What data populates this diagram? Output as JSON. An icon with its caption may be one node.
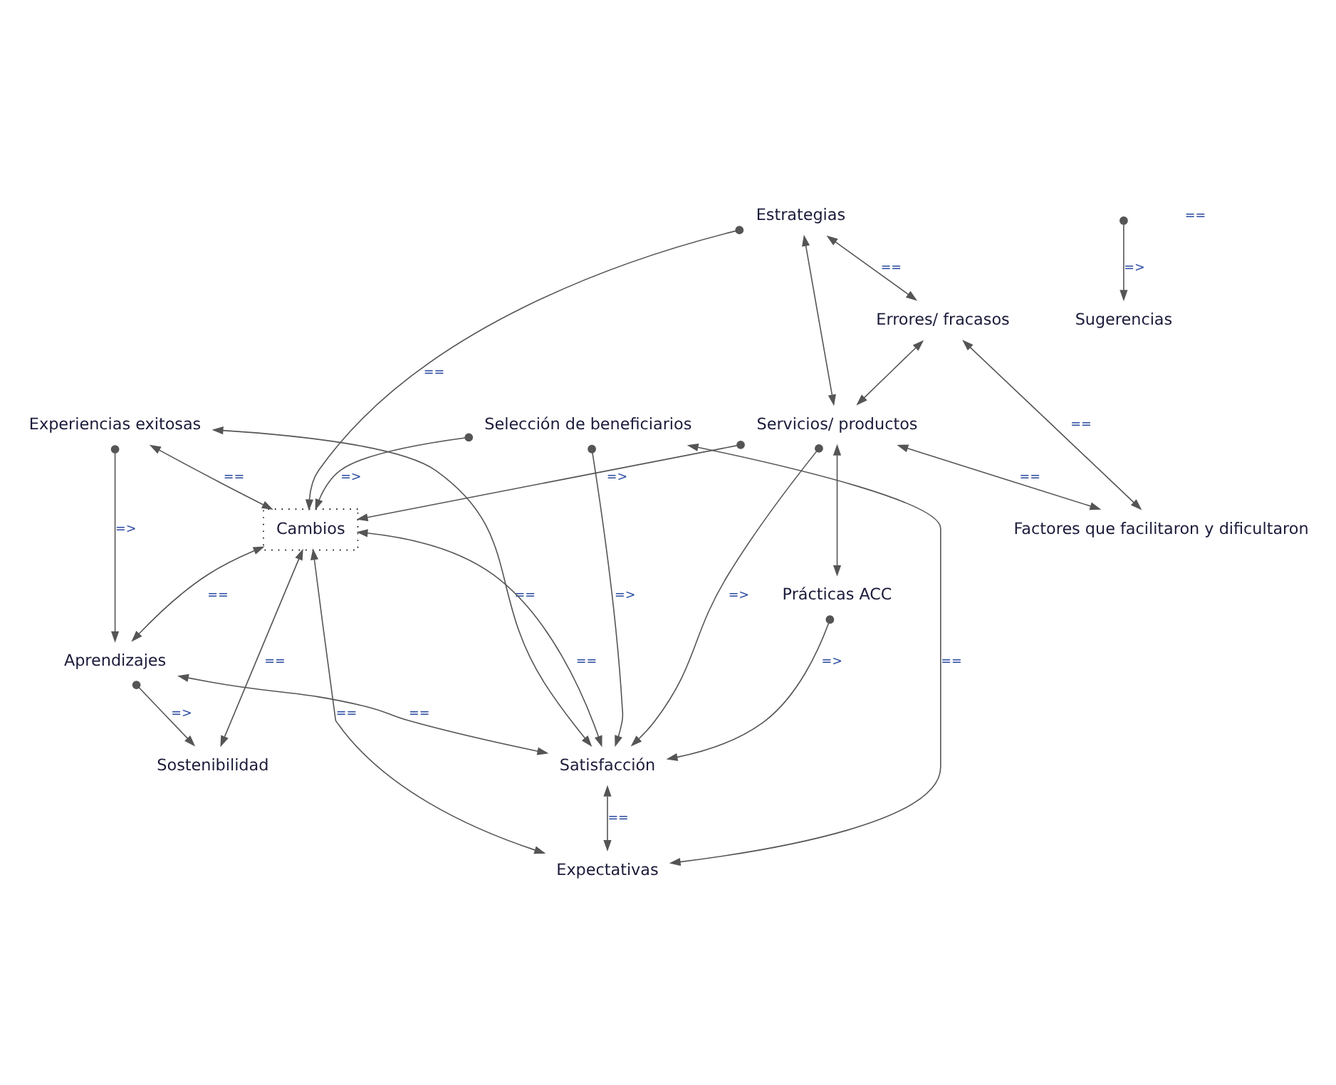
{
  "diagram": {
    "nodes": [
      {
        "text": [
          "Sostenibilidad"
        ]
      },
      {
        "text": [
          "Aprendizajes"
        ]
      },
      {
        "text": [
          "Experiencias exitosas"
        ]
      },
      {
        "text": [
          "Cambios"
        ]
      },
      {
        "text": [
          "Satisfacción"
        ]
      },
      {
        "text": [
          "Selección de beneficiarios"
        ]
      },
      {
        "text": [
          "Expectativas"
        ]
      },
      {
        "text": [
          "Estrategias"
        ]
      },
      {
        "text": [
          "Servicios/ productos"
        ]
      },
      {
        "text": [
          "Prácticas ACC"
        ]
      },
      {
        "text": [
          "Errores/ fracasos"
        ]
      },
      {
        "text": [
          "Factores que facilitaron y dificultaron"
        ]
      },
      {
        "text": [
          "Sugerencias"
        ]
      }
    ],
    "edges": [
      {
        "from": 1,
        "to": 0,
        "arrow": "to",
        "label": "=>"
      },
      {
        "from": 2,
        "to": 1,
        "arrow": "to",
        "label": "=>"
      },
      {
        "from": 3,
        "to": 0,
        "arrow": "both",
        "label": "=="
      },
      {
        "from": 2,
        "to": 3,
        "arrow": "both",
        "label": "=="
      },
      {
        "from": 3,
        "to": 1,
        "arrow": "both",
        "label": "=="
      },
      {
        "from": 2,
        "to": 4,
        "arrow": "both",
        "label": "=="
      },
      {
        "from": 1,
        "to": 4,
        "arrow": "both",
        "label": "=="
      },
      {
        "from": 3,
        "to": 4,
        "arrow": "both",
        "label": "=="
      },
      {
        "from": 5,
        "to": 3,
        "arrow": "to",
        "label": "=>"
      },
      {
        "from": 4,
        "to": 6,
        "arrow": "both",
        "label": "=="
      },
      {
        "from": 5,
        "to": 6,
        "arrow": "both",
        "label": "=="
      },
      {
        "from": 3,
        "to": 6,
        "arrow": "both",
        "label": "=="
      },
      {
        "from": 5,
        "to": 4,
        "arrow": "to",
        "label": "=>"
      },
      {
        "from": 8,
        "to": 3,
        "arrow": "to",
        "label": "=>"
      },
      {
        "from": 7,
        "to": 3,
        "arrow": "to",
        "label": "=="
      },
      {
        "from": 8,
        "to": 4,
        "arrow": "to",
        "label": "=>"
      },
      {
        "from": 9,
        "to": 4,
        "arrow": "to",
        "label": "=>"
      },
      {
        "from": 7,
        "to": 8,
        "arrow": "both"
      },
      {
        "from": 8,
        "to": 9,
        "arrow": "both"
      },
      {
        "from": 7,
        "to": 10,
        "arrow": "both",
        "label": "=="
      },
      {
        "from": 10,
        "to": 8,
        "arrow": "both"
      },
      {
        "from": 8,
        "to": 11,
        "arrow": "both",
        "label": "=="
      },
      {
        "from": 10,
        "to": 11,
        "arrow": "both",
        "label": "=="
      },
      {
        "from": null,
        "to": 12,
        "arrow": "to",
        "label": "=>"
      }
    ],
    "labels": [
      "=="
    ]
  }
}
